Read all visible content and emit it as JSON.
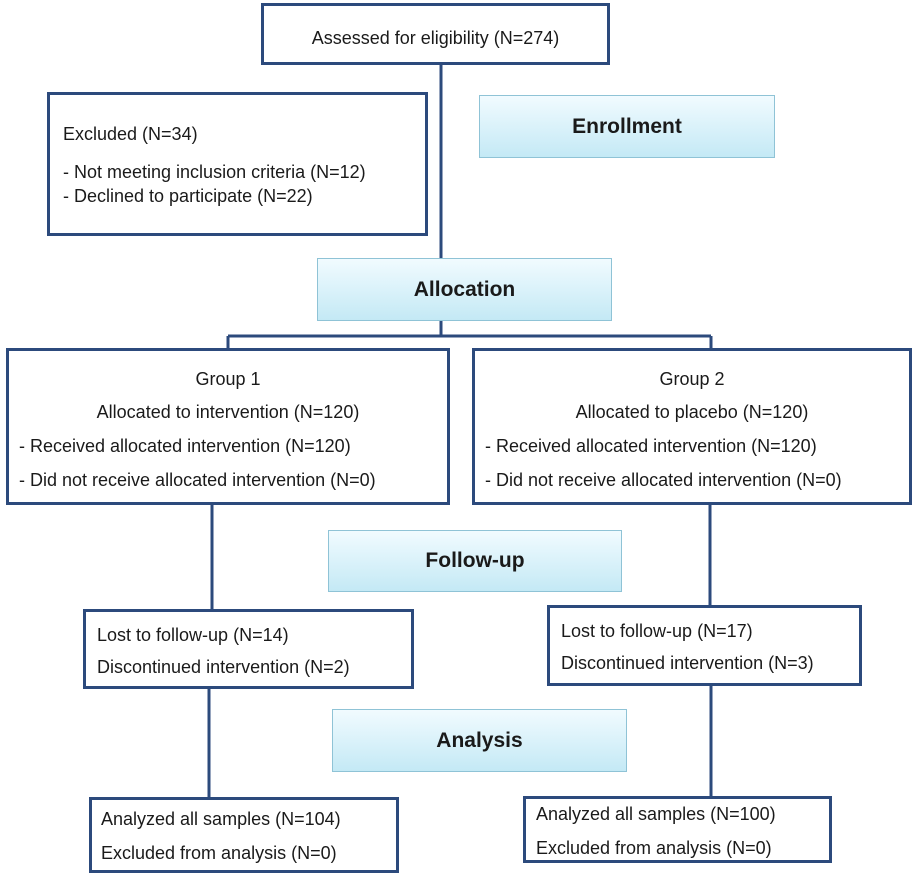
{
  "assessed": {
    "text": "Assessed for eligibility (N=274)"
  },
  "excluded": {
    "title": "Excluded (N=34)",
    "items": [
      "- Not meeting inclusion criteria (N=12)",
      "- Declined to participate (N=22)"
    ]
  },
  "stages": {
    "enrollment": "Enrollment",
    "allocation": "Allocation",
    "followup": "Follow-up",
    "analysis": "Analysis"
  },
  "group1": {
    "name": "Group 1",
    "allocated": "Allocated to intervention (N=120)",
    "received": "- Received allocated intervention (N=120)",
    "not_received": "- Did not receive allocated intervention (N=0)",
    "lost": "Lost to follow-up (N=14)",
    "discontinued": "Discontinued intervention (N=2)",
    "analyzed": "Analyzed all samples (N=104)",
    "excluded_analysis": "Excluded from analysis (N=0)"
  },
  "group2": {
    "name": "Group 2",
    "allocated": "Allocated to placebo (N=120)",
    "received": "- Received allocated intervention (N=120)",
    "not_received": "- Did not receive allocated intervention (N=0)",
    "lost": "Lost to follow-up (N=17)",
    "discontinued": "Discontinued intervention (N=3)",
    "analyzed": "Analyzed all samples (N=100)",
    "excluded_analysis": "Excluded from analysis (N=0)"
  },
  "colors": {
    "border": "#2c4a7c",
    "stage_fill": "#c4e9f5"
  }
}
